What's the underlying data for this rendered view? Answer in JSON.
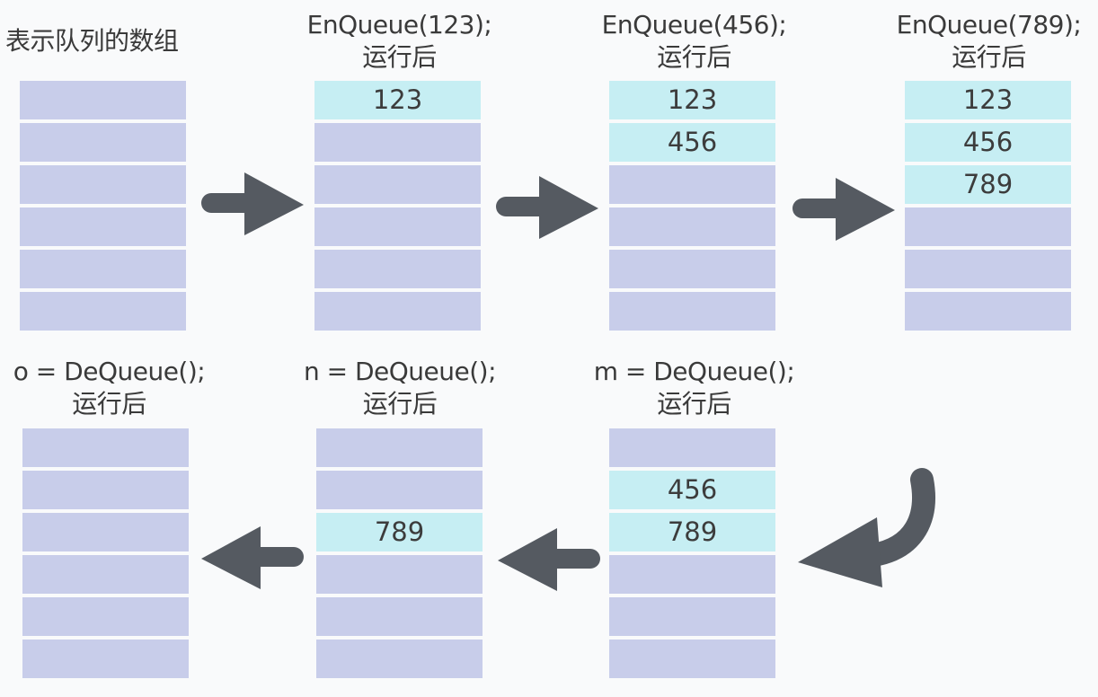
{
  "colors": {
    "empty_cell": "#c8cdea",
    "filled_cell": "#c6eef3",
    "arrow": "#555a61",
    "background": "#f9fafb"
  },
  "panels": [
    {
      "id": "initial",
      "line1": "表示队列的数组",
      "line2": "",
      "cells": [
        "",
        "",
        "",
        "",
        "",
        ""
      ]
    },
    {
      "id": "enqueue-123",
      "line1": "EnQueue(123);",
      "line2": "运行后",
      "cells": [
        "123",
        "",
        "",
        "",
        "",
        ""
      ]
    },
    {
      "id": "enqueue-456",
      "line1": "EnQueue(456);",
      "line2": "运行后",
      "cells": [
        "123",
        "456",
        "",
        "",
        "",
        ""
      ]
    },
    {
      "id": "enqueue-789",
      "line1": "EnQueue(789);",
      "line2": "运行后",
      "cells": [
        "123",
        "456",
        "789",
        "",
        "",
        ""
      ]
    },
    {
      "id": "dequeue-m",
      "line1": "m = DeQueue();",
      "line2": "运行后",
      "cells": [
        "",
        "456",
        "789",
        "",
        "",
        ""
      ]
    },
    {
      "id": "dequeue-n",
      "line1": "n = DeQueue();",
      "line2": "运行后",
      "cells": [
        "",
        "",
        "789",
        "",
        "",
        ""
      ]
    },
    {
      "id": "dequeue-o",
      "line1": "o = DeQueue();",
      "line2": "运行后",
      "cells": [
        "",
        "",
        "",
        "",
        "",
        ""
      ]
    }
  ],
  "arrows": [
    {
      "name": "right-arrow-icon",
      "direction": "right"
    },
    {
      "name": "right-arrow-icon",
      "direction": "right"
    },
    {
      "name": "right-arrow-icon",
      "direction": "right"
    },
    {
      "name": "curved-arrow-icon",
      "direction": "curve-down-left"
    },
    {
      "name": "left-arrow-icon",
      "direction": "left"
    },
    {
      "name": "left-arrow-icon",
      "direction": "left"
    }
  ]
}
